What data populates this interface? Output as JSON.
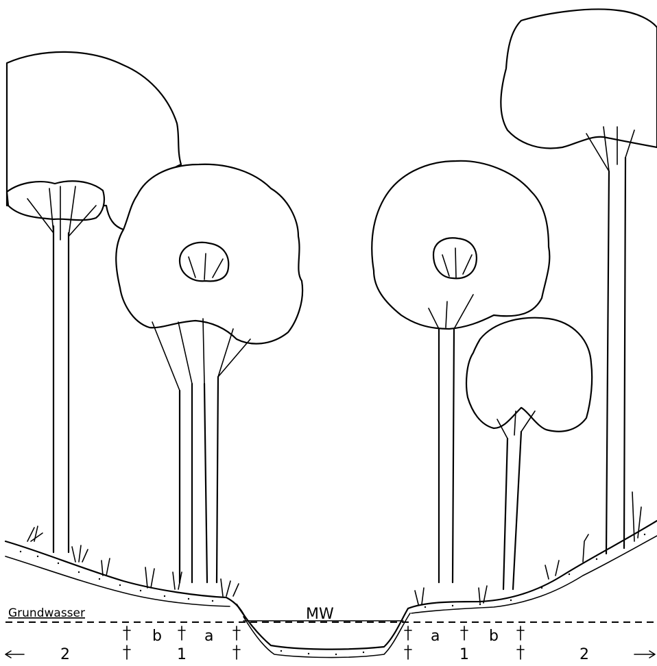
{
  "labels": {
    "groundwater": "Grundwasser",
    "mean_water": "MW",
    "zone_a_left": "a",
    "zone_b_left": "b",
    "zone_1_left": "1",
    "zone_2_left": "2",
    "zone_a_right": "a",
    "zone_b_right": "b",
    "zone_1_right": "1",
    "zone_2_right": "2"
  },
  "colors": {
    "ink": "#000000",
    "paper": "#ffffff"
  }
}
